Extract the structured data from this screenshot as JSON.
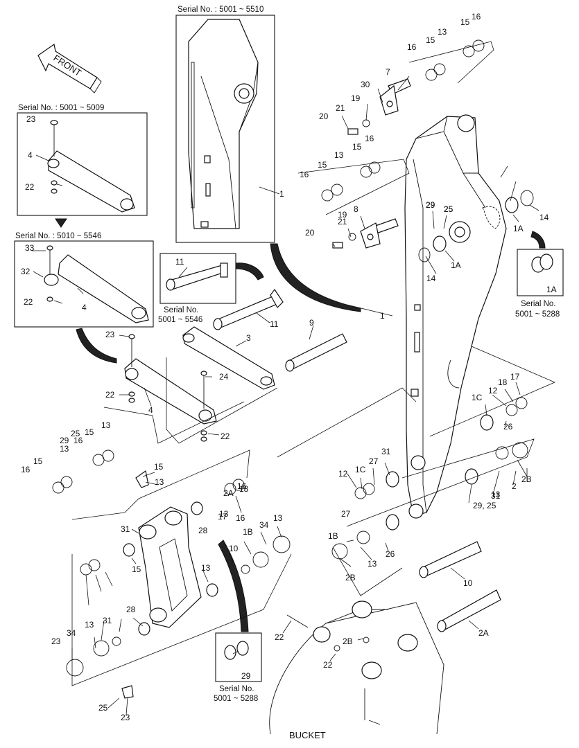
{
  "diagram": {
    "front_arrow_text": "FRONT",
    "bucket_text": "BUCKET",
    "serial_boxes": {
      "boom": "Serial No. : 5001 ~ 5510",
      "link_a": "Serial No. : 5001 ~ 5009",
      "link_b": "Serial No. : 5010 ~ 5546",
      "pin11_line1": "Serial No.",
      "pin11_line2": "5001 ~ 5546",
      "bush1a_line1": "Serial No.",
      "bush1a_line2": "5001 ~ 5288",
      "bush2b_line1": "Serial No.",
      "bush2b_line2": "5001 ~ 5288"
    },
    "callouts": [
      "1",
      "1",
      "16",
      "15",
      "13",
      "15",
      "16",
      "7",
      "30",
      "19",
      "21",
      "20",
      "16",
      "15",
      "13",
      "15",
      "16",
      "29",
      "25",
      "14",
      "1A",
      "8",
      "29",
      "25",
      "21",
      "19",
      "20",
      "14",
      "1A",
      "1A",
      "23",
      "4",
      "22",
      "33",
      "32",
      "4",
      "22",
      "11",
      "11",
      "9",
      "3",
      "23",
      "24",
      "22",
      "4",
      "22",
      "1C",
      "12",
      "18",
      "17",
      "26",
      "13",
      "16",
      "15",
      "13",
      "16",
      "15",
      "13",
      "29",
      "25",
      "15",
      "13",
      "16",
      "17",
      "18",
      "12",
      "1C",
      "27",
      "31",
      "2",
      "2B",
      "31",
      "28",
      "34",
      "1B",
      "13",
      "29, 25",
      "31",
      "27",
      "1B",
      "13",
      "26",
      "2B",
      "15",
      "13",
      "16",
      "2A",
      "13",
      "10",
      "10",
      "2A",
      "28",
      "13",
      "31",
      "34",
      "23",
      "22",
      "22",
      "2B",
      "29",
      "25",
      "23"
    ]
  }
}
